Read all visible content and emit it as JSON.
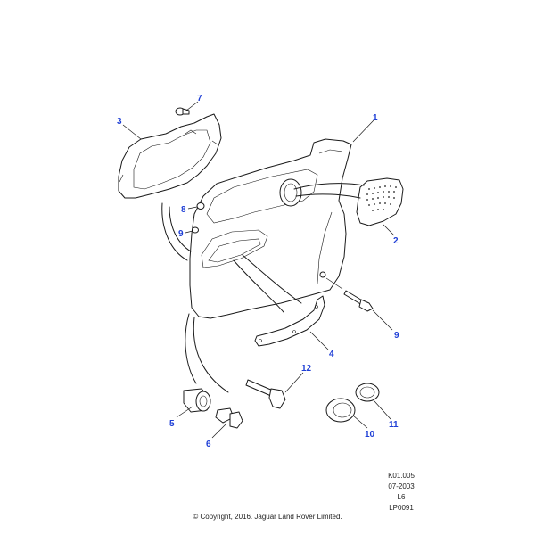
{
  "callout_color": "#1f3fd6",
  "line_color": "#1a1a1a",
  "callouts": [
    "1",
    "2",
    "3",
    "4",
    "5",
    "6",
    "7",
    "8",
    "9",
    "9",
    "10",
    "11",
    "12"
  ],
  "reference": {
    "code": "K01.005",
    "date": "07-2003",
    "model": "L6",
    "plate": "LP0091"
  },
  "copyright": "© Copyright, 2016. Jaguar Land Rover Limited."
}
